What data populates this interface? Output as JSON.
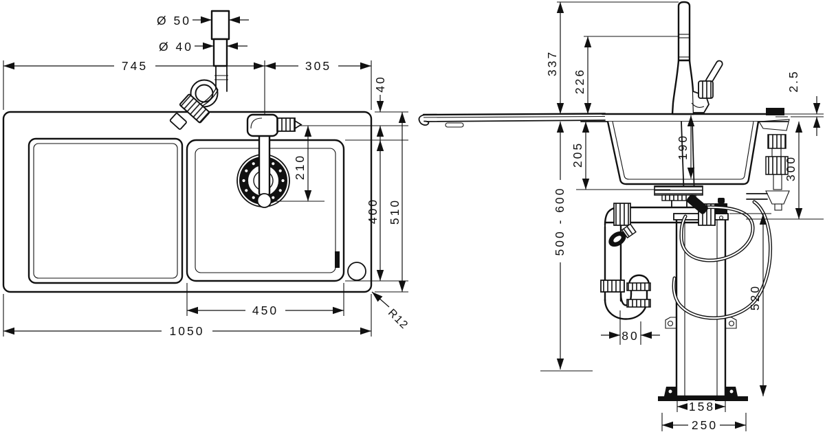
{
  "drawing": {
    "background": "#ffffff",
    "line_color": "#111111",
    "views": {
      "top_view": {
        "title": "sink top view",
        "dims": {
          "hole_large": "Ø 50",
          "hole_small": "Ø 40",
          "left_to_tap": "745",
          "tap_to_right": "305",
          "rim_to_ledge": "40",
          "spout_reach": "210",
          "bowl_length": "400",
          "depth_total": "510",
          "bowl_width": "450",
          "width_total": "1050",
          "corner_radius": "R12"
        }
      },
      "side_view": {
        "title": "installation side view",
        "dims": {
          "faucet_total_height": "337",
          "faucet_spout_height": "226",
          "rim_height": "2.5",
          "under_counter": "205",
          "bowl_depth": "190",
          "clearance_right": "300",
          "mount_height_range": "500 - 600",
          "box_height": "520",
          "trap_offset": "80",
          "box_width": "158",
          "base_width": "250"
        }
      }
    }
  }
}
